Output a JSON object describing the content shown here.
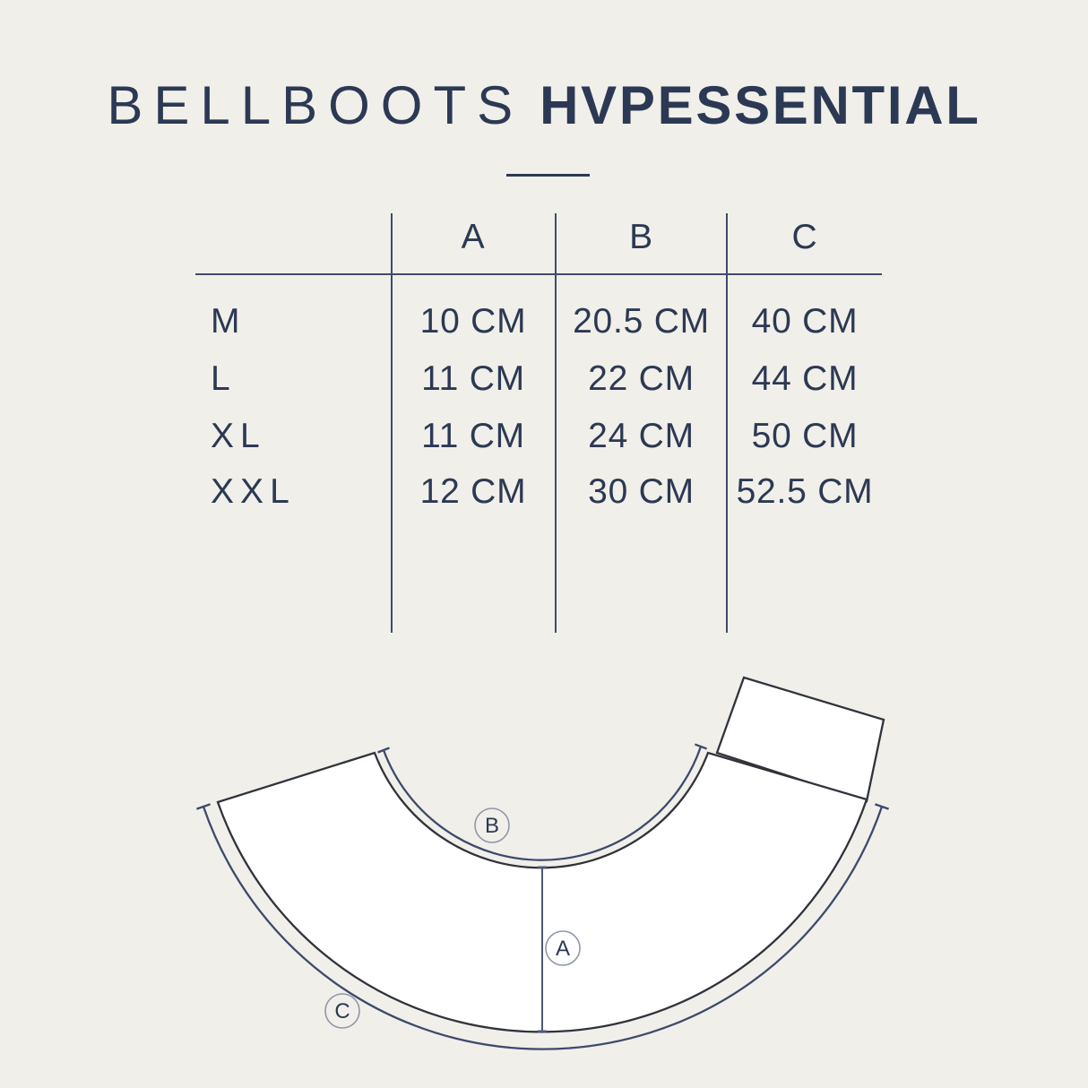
{
  "page": {
    "background_color": "#f1efe9",
    "text_color": "#2c3954",
    "outline_color": "#31333b",
    "measure_color": "#3d4a6c"
  },
  "header": {
    "title_regular": "BELLBOOTS",
    "title_bold": "HVPESSENTIAL"
  },
  "size_table": {
    "column_headers": [
      "A",
      "B",
      "C"
    ],
    "rows": [
      {
        "size": "M",
        "a": "10 CM",
        "b": "20.5 CM",
        "c": "40 CM"
      },
      {
        "size": "L",
        "a": "11 CM",
        "b": "22 CM",
        "c": "44 CM"
      },
      {
        "size": "XL",
        "a": "11 CM",
        "b": "24 CM",
        "c": "50 CM"
      },
      {
        "size": "XXL",
        "a": "12 CM",
        "b": "30 CM",
        "c": "52.5 CM"
      }
    ]
  },
  "diagram": {
    "labels": {
      "a": "A",
      "b": "B",
      "c": "C"
    }
  }
}
